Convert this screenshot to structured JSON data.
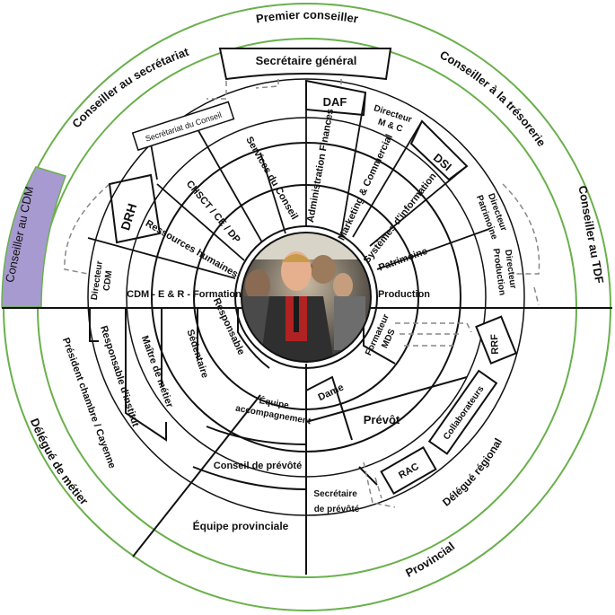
{
  "outer_ring": {
    "premier": "Premier conseiller",
    "secretariat": "Conseiller au secrétariat",
    "tresorerie": "Conseiller à la trésorerie",
    "cdm": "Conseiller au CDM",
    "tdf": "Conseiller au TDF",
    "delegue_metier": "Délégué de métier",
    "provincial": "Provincial"
  },
  "top": {
    "secretaire_general": "Secrétaire général",
    "secretariat_conseil": "Secrétariat du Conseil",
    "services_conseil": "Services du Conseil",
    "chsct": "CHSCT / CE / DP",
    "rh": "Ressources humaines",
    "drh": "DRH",
    "cdm_formation": "CDM - E & R - Formation",
    "directeur_cdm": [
      "Directeur",
      "CDM"
    ],
    "daf": "DAF",
    "admin_finances": "Administration Finances",
    "directeur_mc": [
      "Directeur",
      "M & C"
    ],
    "marketing": "Marketing & Commercial",
    "dsi": "DSI",
    "systemes": "Systèmes d'information",
    "directeur_patrimoine": [
      "Directeur",
      "Patrimoine"
    ],
    "patrimoine": "Patrimoine",
    "directeur_production": [
      "Directeur",
      "Production"
    ],
    "production": "Production"
  },
  "bottom": {
    "responsable": "Responsable",
    "sedentaire": "Sédentaire",
    "maitre": "Maître de métier",
    "resp_institut": "Responsable d'institut",
    "president": "Président chambre / Cayenne",
    "equipe_accomp": [
      "Équipe",
      "accompagnement"
    ],
    "conseil_prevote": "Conseil de prévôté",
    "equipe_prov": "Équipe provinciale",
    "formateur": [
      "Formateur",
      "MDS"
    ],
    "dame": "Dame",
    "prevot": "Prévôt",
    "rrf": "RRF",
    "collaborateurs": "Collaborateurs",
    "rac": "RAC",
    "delegue_regional": "Délégué régional",
    "secretaire_prevote": [
      "Secrétaire",
      "de prévôté"
    ]
  },
  "colors": {
    "green": "#6ab04c",
    "purple": "#a79ad0",
    "line": "#111111",
    "dash": "#888888"
  },
  "center_photo": "group-photo"
}
